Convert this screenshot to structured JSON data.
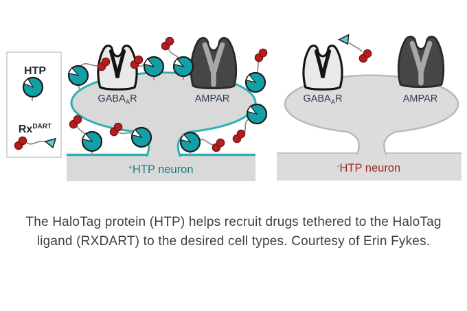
{
  "legend": {
    "htp_label": "HTP",
    "rx_base": "Rx",
    "rx_sup": "DART"
  },
  "receptors": {
    "gaba_base": "GABA",
    "gaba_sub": "A",
    "gaba_end": "R",
    "ampar": "AMPAR"
  },
  "neurons": {
    "left": {
      "sign": "+",
      "name": "HTP neuron"
    },
    "right": {
      "sign": "-",
      "name": "HTP neuron"
    }
  },
  "caption": "The HaloTag protein (HTP) helps recruit drugs tethered to the HaloTag ligand (RXDART) to the desired cell types. Courtesy of Erin Fykes.",
  "colors": {
    "htp_teal": "#12a0a6",
    "membrane_teal": "#2cb2b5",
    "teal_text": "#157e84",
    "drug_red": "#b41e1e",
    "drug_red_outline": "#7c1010",
    "maroon_text": "#9e2a25",
    "receptor_label_navy": "#2d3a50",
    "cell_gray": "#d9d9d9",
    "cell_gray_right": "#dcdcdc",
    "right_outline_gray": "#b9b9b9",
    "ampar_dark": "#464646",
    "gaba_light": "#e9e9e9",
    "caption_gray": "#3e3e3e"
  }
}
